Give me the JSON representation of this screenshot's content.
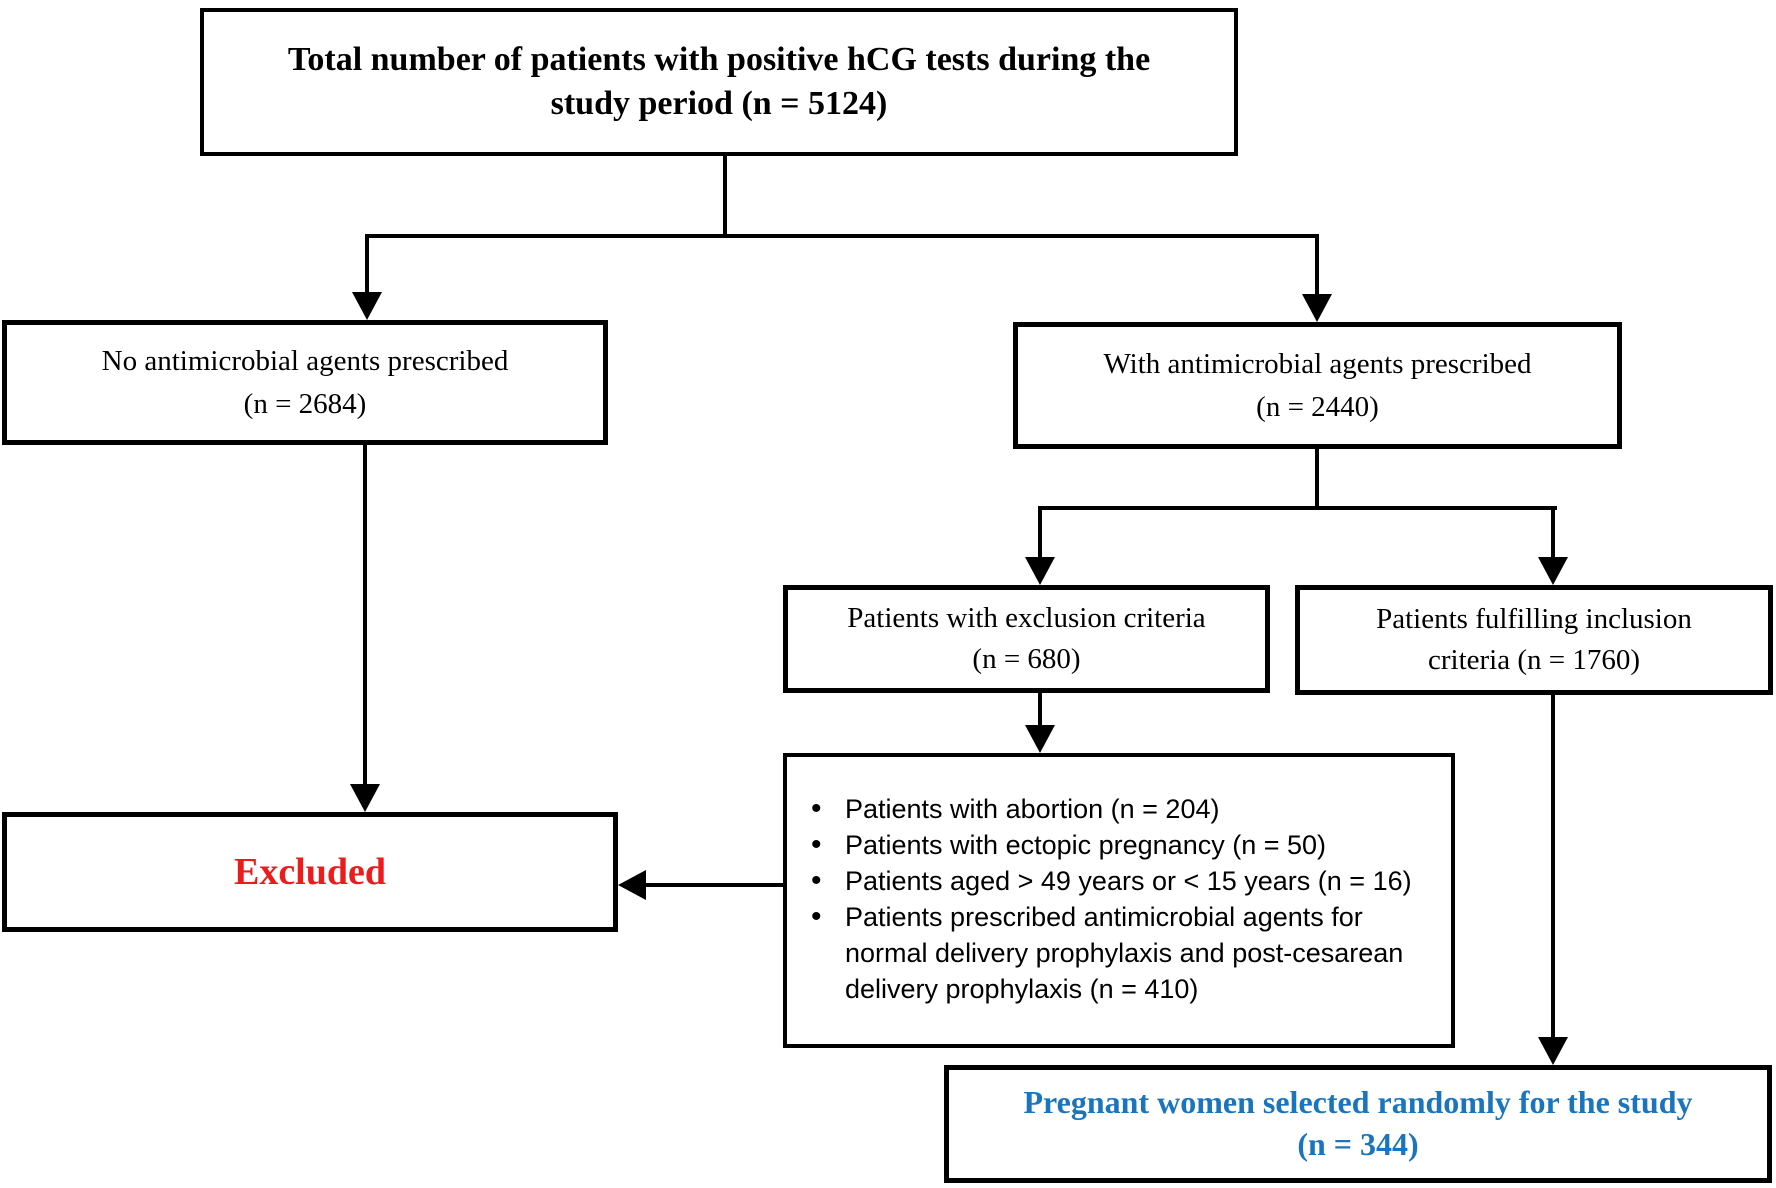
{
  "colors": {
    "background": "#ffffff",
    "line": "#000000",
    "text": "#000000",
    "excluded": "#ed1c1c",
    "selected": "#1b75bc"
  },
  "nodes": {
    "total": {
      "line1": "Total number of patients with positive hCG tests during the",
      "line2": "study period (n = 5124)"
    },
    "no_antimicrobial": {
      "line1": "No antimicrobial agents prescribed",
      "line2": "(n = 2684)"
    },
    "with_antimicrobial": {
      "line1": "With antimicrobial agents prescribed",
      "line2": "(n = 2440)"
    },
    "exclusion": {
      "line1": "Patients with exclusion criteria",
      "line2": "(n = 680)"
    },
    "inclusion": {
      "line1": "Patients fulfilling inclusion",
      "line2": "criteria (n = 1760)"
    },
    "excluded": {
      "label": "Excluded"
    },
    "reasons": {
      "items": [
        "Patients with abortion (n = 204)",
        "Patients with ectopic pregnancy (n = 50)",
        "Patients aged > 49 years or < 15 years (n = 16)",
        "Patients prescribed antimicrobial agents for normal delivery prophylaxis and post-cesarean delivery prophylaxis (n = 410)"
      ]
    },
    "selected": {
      "line1": "Pregnant women selected randomly for the study",
      "line2": "(n = 344)"
    }
  }
}
